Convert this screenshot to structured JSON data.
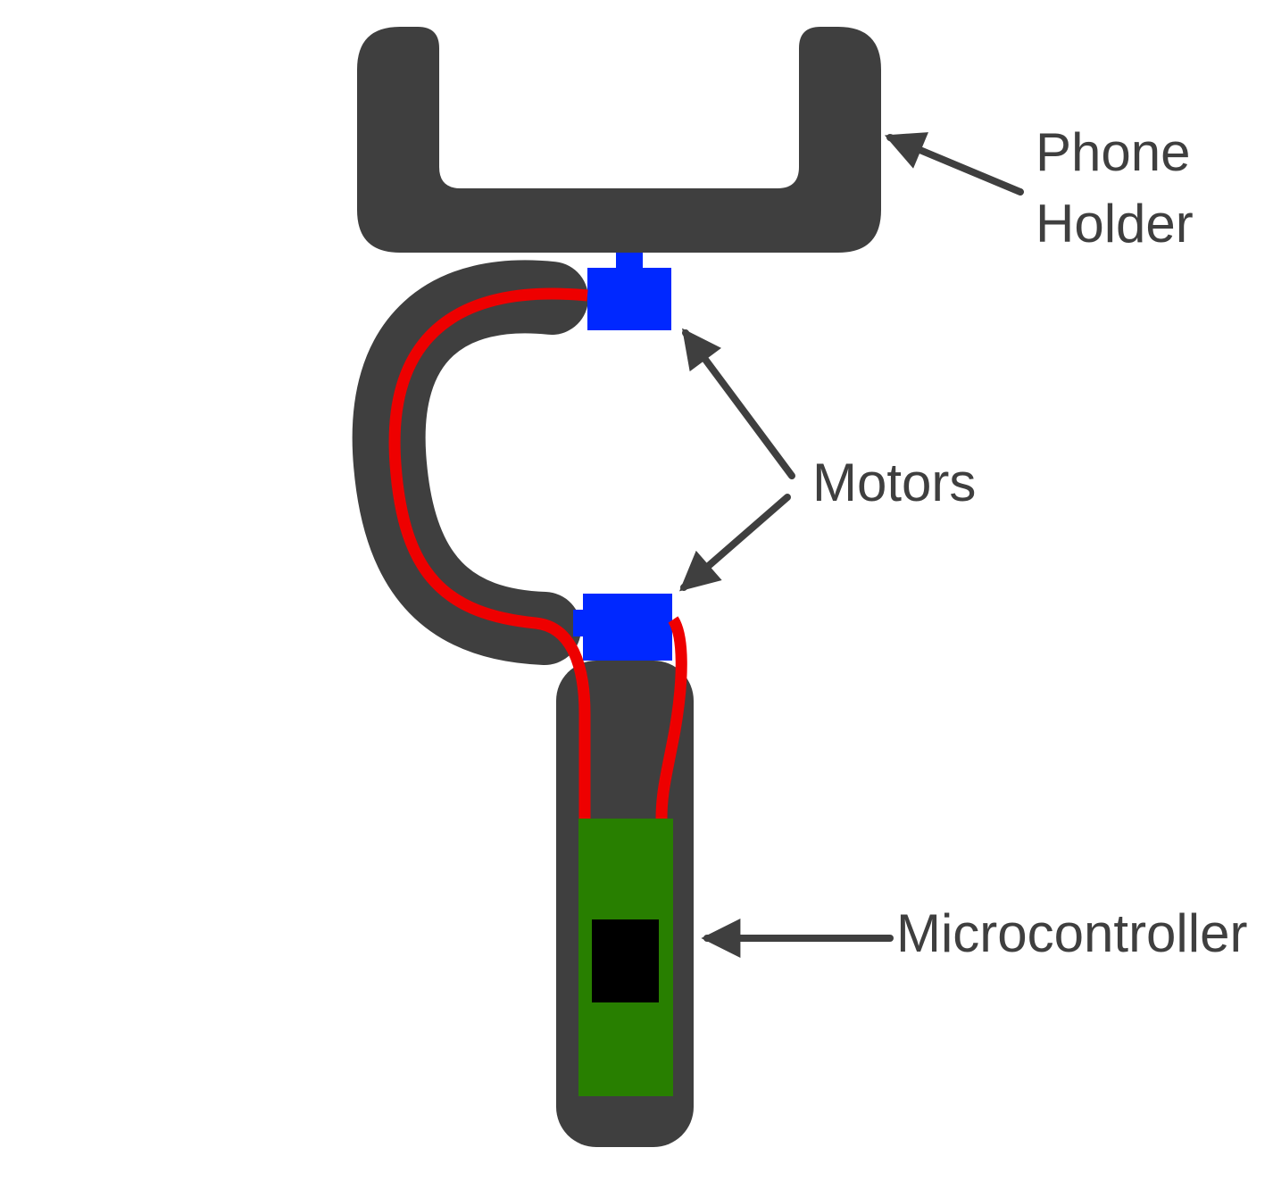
{
  "diagram": {
    "labels": {
      "phone_holder": "Phone Holder",
      "motors": "Motors",
      "microcontroller": "Microcontroller"
    },
    "colors": {
      "structure": "#3f3f3f",
      "motor": "#0028ff",
      "wire": "#ee0000",
      "board": "#287f00",
      "chip": "#000000",
      "annotation": "#3f3f3f",
      "label_text": "#3f3f3f",
      "background": "#ffffff"
    }
  }
}
